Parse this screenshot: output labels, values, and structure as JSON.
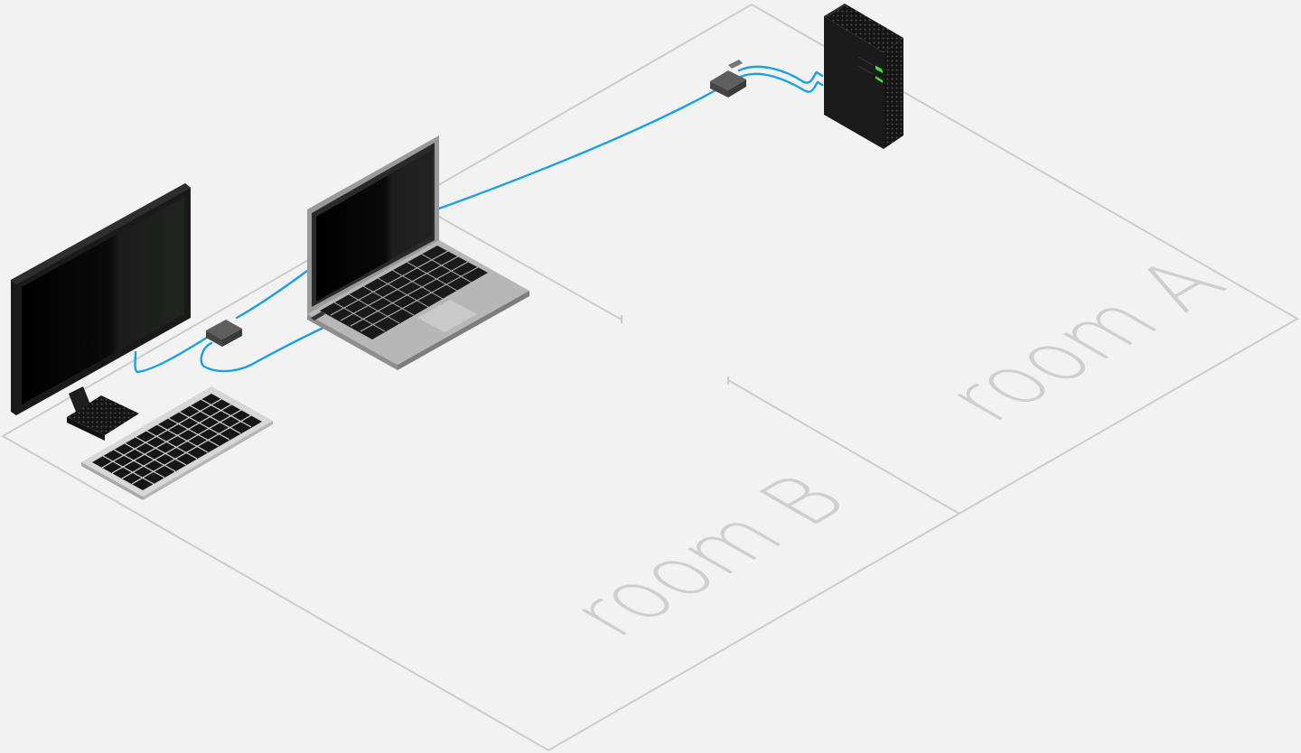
{
  "diagram": {
    "rooms": [
      {
        "id": "A",
        "label": "room A"
      },
      {
        "id": "B",
        "label": "room B"
      }
    ],
    "devices": [
      {
        "name": "router",
        "icon": "router-icon"
      },
      {
        "name": "laptop",
        "icon": "laptop-icon"
      },
      {
        "name": "monitor",
        "icon": "monitor-icon"
      },
      {
        "name": "keyboard",
        "icon": "keyboard-icon"
      },
      {
        "name": "usb-hub-near-router",
        "icon": "adapter-icon"
      },
      {
        "name": "usb-hub-near-laptop",
        "icon": "adapter-icon"
      }
    ],
    "colors": {
      "background": "#f2f2f2",
      "floor_outline": "#cccccc",
      "cable": "#1ba1e2",
      "led": "#3adf3a",
      "device_dark": "#1b1b1b",
      "laptop_body": "#a8a8a8",
      "room_label": "#cfcfcf"
    }
  }
}
